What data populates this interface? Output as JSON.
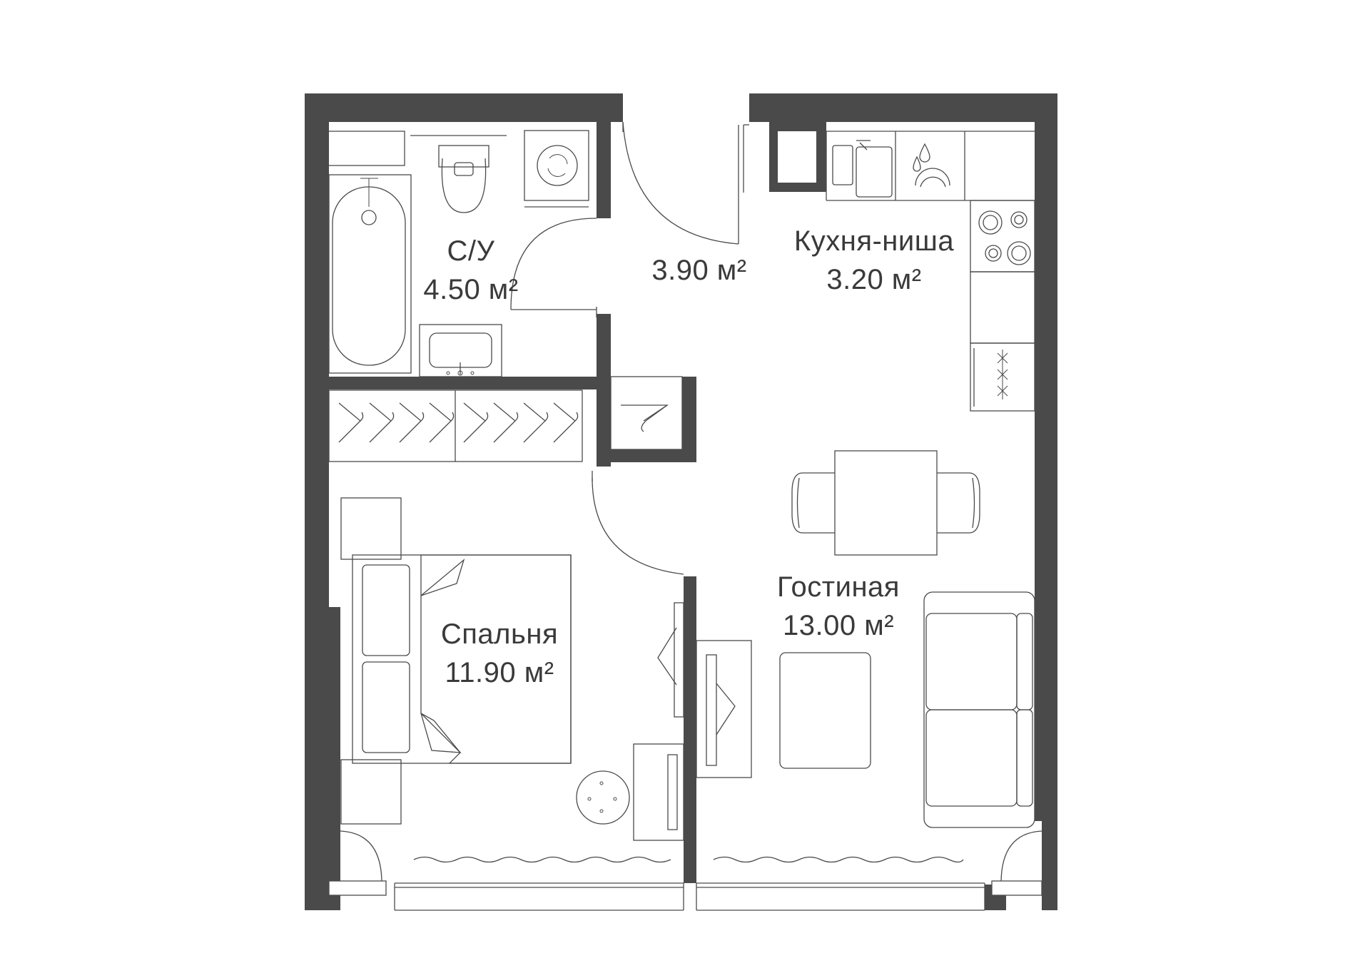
{
  "plan": {
    "colors": {
      "wall": "#4a4a4a",
      "line": "#4a4a4a",
      "text": "#3a3a3a",
      "background": "#ffffff"
    },
    "rooms": [
      {
        "id": "bathroom",
        "name": "С/У",
        "area": "4.50 м²"
      },
      {
        "id": "hallway",
        "name": "",
        "area": "3.90 м²"
      },
      {
        "id": "kitchen",
        "name": "Кухня-ниша",
        "area": "3.20 м²"
      },
      {
        "id": "bedroom",
        "name": "Спальня",
        "area": "11.90 м²"
      },
      {
        "id": "living",
        "name": "Гостиная",
        "area": "13.00 м²"
      }
    ],
    "icons": [
      "bathtub-icon",
      "toilet-icon",
      "washing-machine-icon",
      "washbasin-icon",
      "fridge-icon",
      "kitchen-sink-icon",
      "dishwasher-icon",
      "cooktop-icon",
      "oven-icon",
      "dining-table-icon",
      "chair-icon",
      "wardrobe-icon",
      "hanger-icon",
      "bed-icon",
      "pillow-icon",
      "nightstand-icon",
      "round-table-icon",
      "tv-stand-icon",
      "sofa-icon",
      "armchair-icon",
      "radiator-icon",
      "door-icon",
      "window-icon",
      "balcony-door-icon"
    ]
  }
}
